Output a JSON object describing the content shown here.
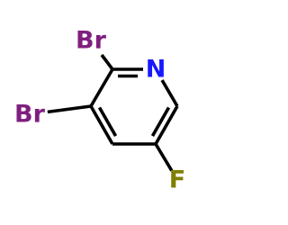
{
  "molecule": {
    "colors": {
      "bond": "#000000",
      "N": "#1919ff",
      "Br": "#7f1f7f",
      "F": "#7f7f00"
    },
    "atoms": [
      {
        "id": "N1",
        "element": "N",
        "label": "N"
      },
      {
        "id": "C2",
        "element": "C",
        "label": ""
      },
      {
        "id": "C3",
        "element": "C",
        "label": ""
      },
      {
        "id": "C4",
        "element": "C",
        "label": ""
      },
      {
        "id": "C5",
        "element": "C",
        "label": ""
      },
      {
        "id": "C6",
        "element": "C",
        "label": ""
      },
      {
        "id": "Br2",
        "element": "Br",
        "label": "Br"
      },
      {
        "id": "Br3",
        "element": "Br",
        "label": "Br"
      },
      {
        "id": "F5",
        "element": "F",
        "label": "F"
      }
    ],
    "bonds": [
      {
        "from": "N1",
        "to": "C2",
        "order": 2
      },
      {
        "from": "C2",
        "to": "C3",
        "order": 1
      },
      {
        "from": "C3",
        "to": "C4",
        "order": 2
      },
      {
        "from": "C4",
        "to": "C5",
        "order": 1
      },
      {
        "from": "C5",
        "to": "C6",
        "order": 2
      },
      {
        "from": "C6",
        "to": "N1",
        "order": 1
      },
      {
        "from": "C2",
        "to": "Br2",
        "order": 1
      },
      {
        "from": "C3",
        "to": "Br3",
        "order": 1
      },
      {
        "from": "C5",
        "to": "F5",
        "order": 1
      }
    ]
  }
}
